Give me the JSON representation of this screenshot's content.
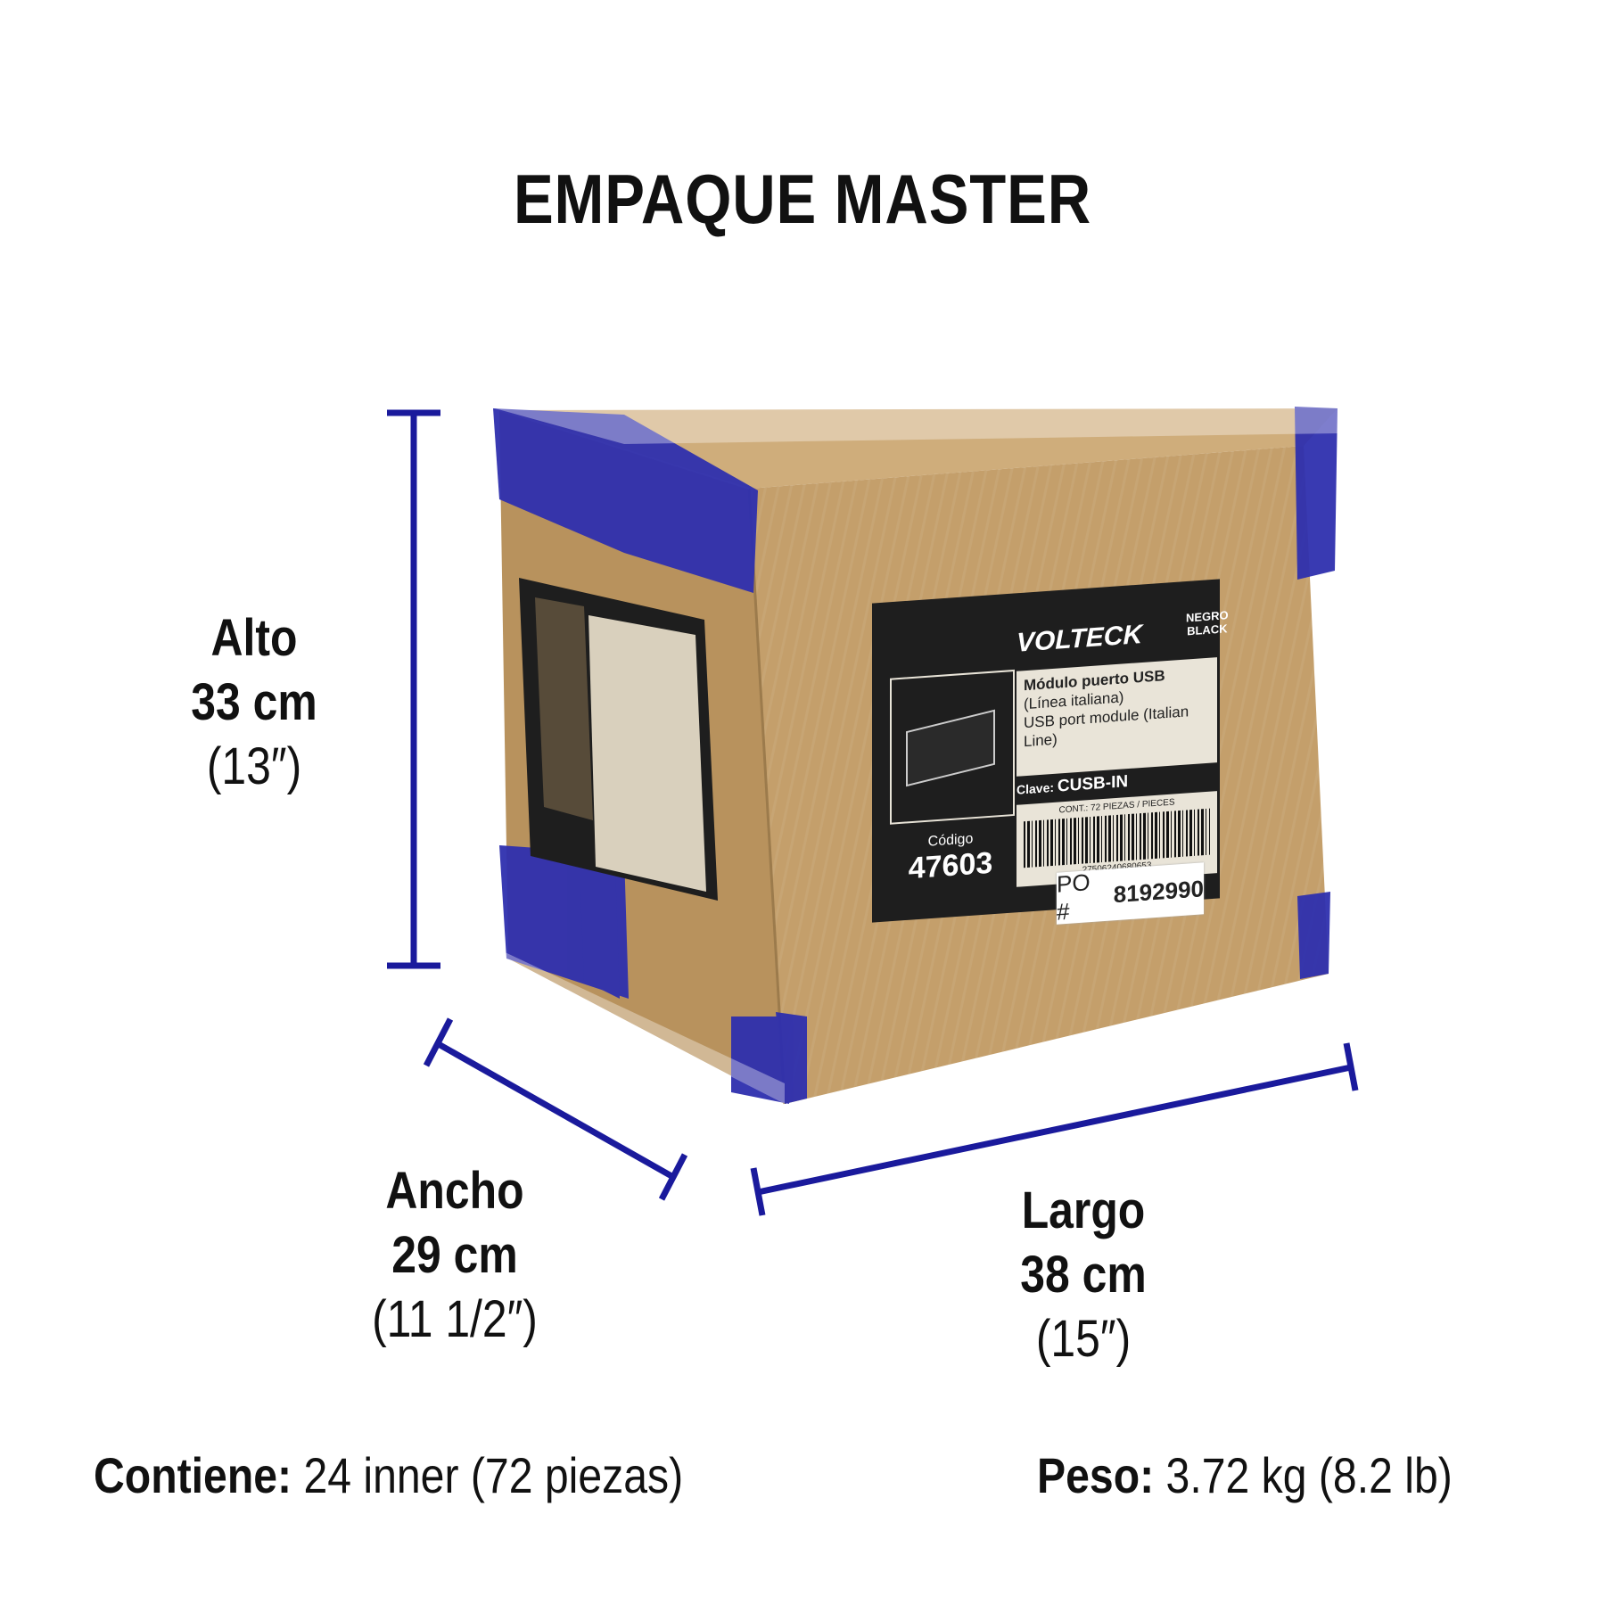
{
  "title": "EMPAQUE MASTER",
  "dimensions": {
    "alto": {
      "label": "Alto",
      "metric": "33 cm",
      "imperial": "(13″)"
    },
    "ancho": {
      "label": "Ancho",
      "metric": "29 cm",
      "imperial": "(11 1/2″)"
    },
    "largo": {
      "label": "Largo",
      "metric": "38 cm",
      "imperial": "(15″)"
    }
  },
  "footer": {
    "contents_label": "Contiene:",
    "contents_value": "24 inner (72 piezas)",
    "weight_label": "Peso:",
    "weight_value": "3.72 kg (8.2 lb)"
  },
  "box_label": {
    "brand": "VOLTECK",
    "color_es": "NEGRO",
    "color_en": "BLACK",
    "product_es": "Módulo puerto USB",
    "line_es": "(Línea italiana)",
    "product_en": "USB port module (Italian Line)",
    "clave_label": "Clave:",
    "clave_value": "CUSB-IN",
    "cont": "CONT.: 72 PIEZAS / PIECES",
    "barcode_number": "27506240680653",
    "codigo_label": "Código",
    "codigo_value": "47603",
    "po_label": "PO #",
    "po_value": "8192990"
  },
  "colors": {
    "measure_line": "#1a1a9c",
    "tape": "#2f2fb0",
    "cardboard_front": "#c4a06c",
    "cardboard_side": "#b8935e",
    "cardboard_top": "#cdaa78",
    "label_dark": "#1e1e1e"
  }
}
